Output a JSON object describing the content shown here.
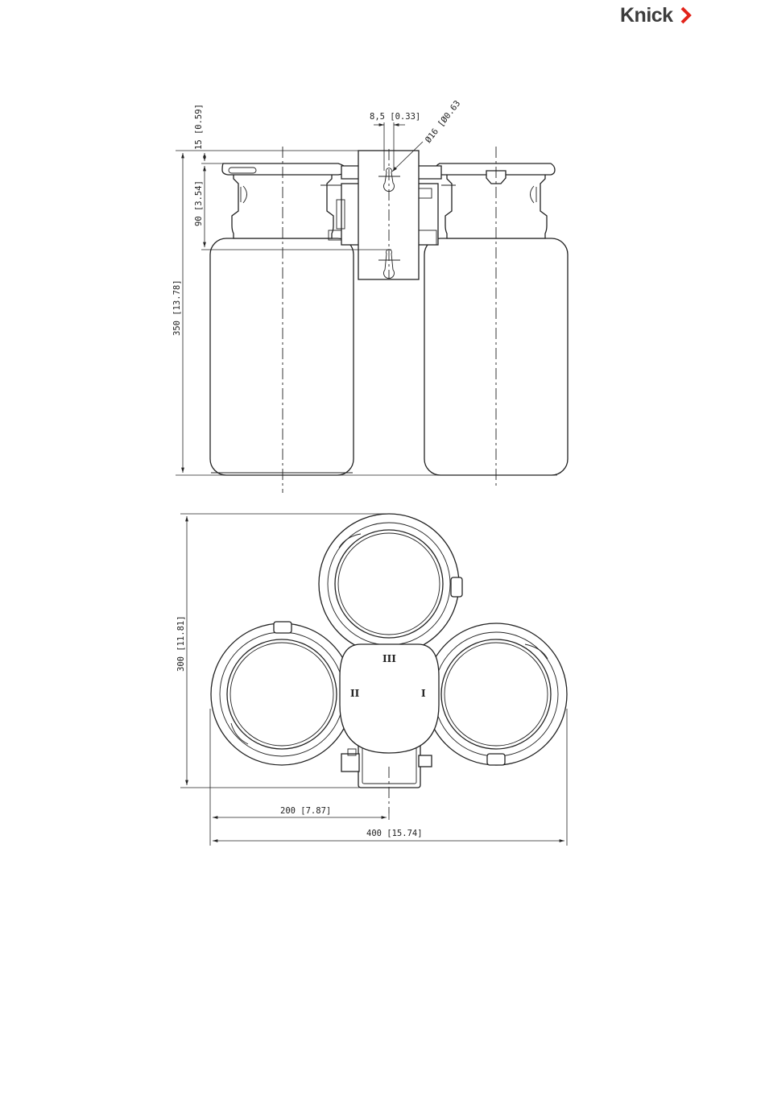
{
  "brand": {
    "name": "Knick",
    "accent_color": "#e2231a",
    "mark_icon": "chevron-right-icon"
  },
  "dimensions": {
    "top_gap": "15 [0.59]",
    "cap_height": "90 [3.54]",
    "total_height": "350 [13.78]",
    "slot_width": "8,5 [0.33]",
    "hole_diameter": "Ø16 [Ø0.63",
    "depth": "300 [11.81]",
    "half_width": "200 [7.87]",
    "width": "400 [15.74]"
  },
  "positions": {
    "p1": "I",
    "p2": "II",
    "p3": "III"
  }
}
